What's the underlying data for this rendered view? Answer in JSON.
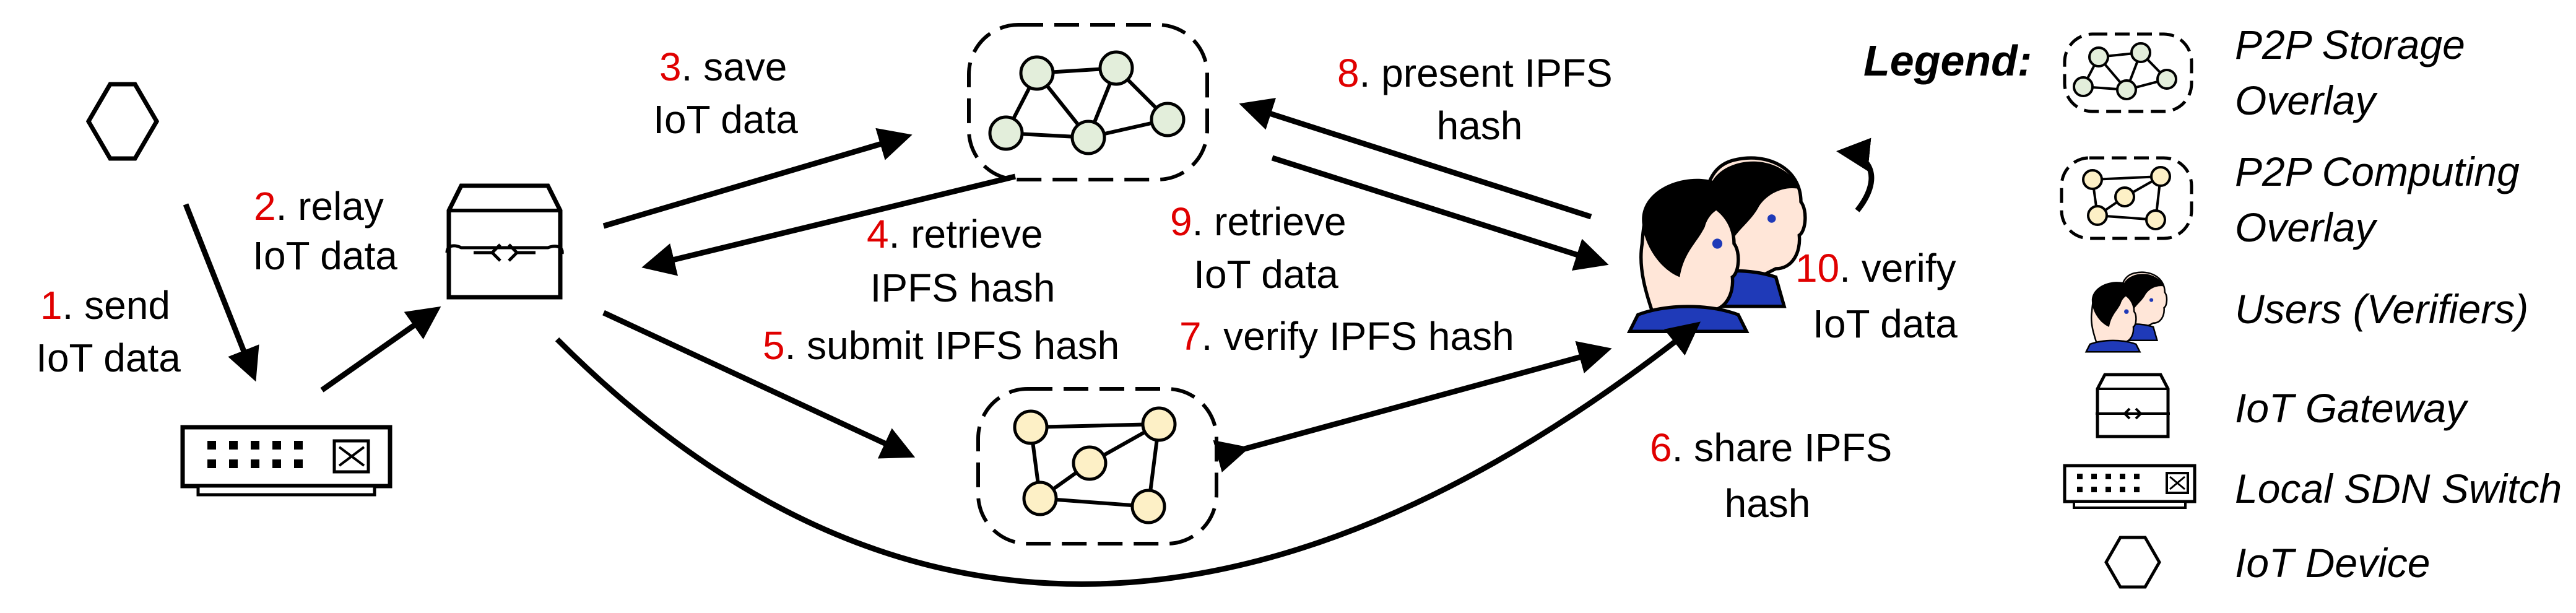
{
  "colors": {
    "step_number": "#e00000",
    "storage_node": "#e3eedb",
    "computing_node": "#fdf0c6",
    "user_tie": "#1f3ab8"
  },
  "steps": {
    "s1": {
      "num": "1",
      "line1": ". send",
      "line2": "IoT data"
    },
    "s2": {
      "num": "2",
      "line1": ". relay",
      "line2": "IoT data"
    },
    "s3": {
      "num": "3",
      "line1": ". save",
      "line2": "IoT data"
    },
    "s4": {
      "num": "4",
      "line1": ". retrieve",
      "line2": "IPFS hash"
    },
    "s5": {
      "num": "5",
      "line1": ". submit IPFS hash"
    },
    "s6": {
      "num": "6",
      "line1": ". share IPFS",
      "line2": "hash"
    },
    "s7": {
      "num": "7",
      "line1": ". verify IPFS hash"
    },
    "s8": {
      "num": "8",
      "line1": ". present IPFS",
      "line2": "hash"
    },
    "s9": {
      "num": "9",
      "line1": ". retrieve",
      "line2": "IoT data"
    },
    "s10": {
      "num": "10",
      "line1": ". verify",
      "line2": "IoT data"
    }
  },
  "legend": {
    "title": "Legend:",
    "storage": {
      "line1": "P2P Storage",
      "line2": "Overlay"
    },
    "computing": {
      "line1": "P2P Computing",
      "line2": "Overlay"
    },
    "users": "Users (Verifiers)",
    "gateway": "IoT Gateway",
    "switch": "Local SDN Switch",
    "device": "IoT Device"
  }
}
